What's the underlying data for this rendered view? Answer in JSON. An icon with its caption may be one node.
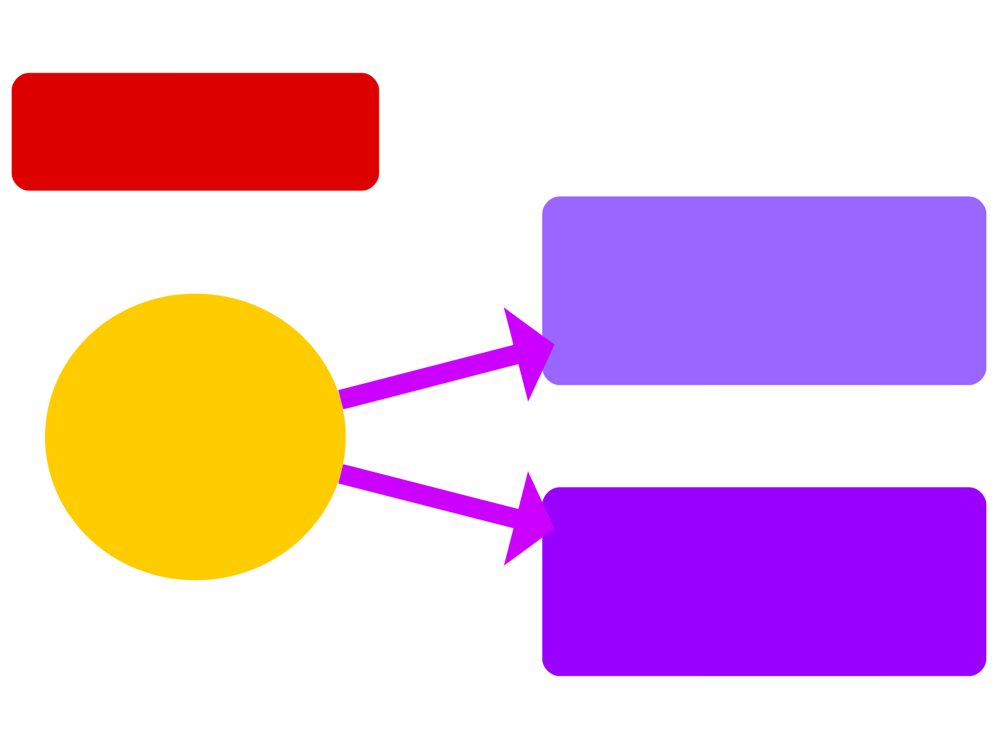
{
  "diagram": {
    "nodes": [
      {
        "text": [],
        "shape": "box"
      },
      {
        "text": [],
        "shape": "circle"
      },
      {
        "text": [],
        "shape": "box"
      },
      {
        "text": [],
        "shape": "box"
      }
    ],
    "edges": [
      {
        "from": 1,
        "to": 2,
        "arrow": "to"
      },
      {
        "from": 1,
        "to": 3,
        "arrow": "to"
      }
    ]
  }
}
